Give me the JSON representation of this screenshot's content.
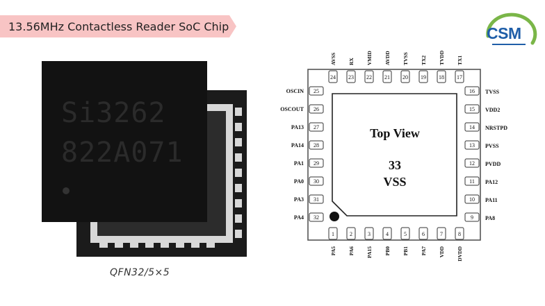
{
  "banner": {
    "text": "13.56MHz Contactless Reader SoC Chip",
    "color": "#f8c4c4"
  },
  "logo": {
    "text": "CSM",
    "ring_color": "#7ab648",
    "text_color": "#1f5ea8"
  },
  "chip_photo": {
    "marking_line1": "Si3262",
    "marking_line2": "822A071"
  },
  "package": {
    "caption": "QFN32/5×5"
  },
  "diagram": {
    "title": "Top View",
    "center_pin_number": "33",
    "center_pin_name": "VSS",
    "top_pins": [
      {
        "num": "24",
        "name": "AVSS"
      },
      {
        "num": "23",
        "name": "RX"
      },
      {
        "num": "22",
        "name": "VMID"
      },
      {
        "num": "21",
        "name": "AVDD"
      },
      {
        "num": "20",
        "name": "TVSS"
      },
      {
        "num": "19",
        "name": "TX2"
      },
      {
        "num": "18",
        "name": "TVDD"
      },
      {
        "num": "17",
        "name": "TX1"
      }
    ],
    "left_pins": [
      {
        "num": "25",
        "name": "OSCIN"
      },
      {
        "num": "26",
        "name": "OSCOUT"
      },
      {
        "num": "27",
        "name": "PA13"
      },
      {
        "num": "28",
        "name": "PA14"
      },
      {
        "num": "29",
        "name": "PA1"
      },
      {
        "num": "30",
        "name": "PA0"
      },
      {
        "num": "31",
        "name": "PA3"
      },
      {
        "num": "32",
        "name": "PA4"
      }
    ],
    "right_pins": [
      {
        "num": "16",
        "name": "TVSS"
      },
      {
        "num": "15",
        "name": "VDD2"
      },
      {
        "num": "14",
        "name": "NRSTPD"
      },
      {
        "num": "13",
        "name": "PVSS"
      },
      {
        "num": "12",
        "name": "PVDD"
      },
      {
        "num": "11",
        "name": "PA12"
      },
      {
        "num": "10",
        "name": "PA11"
      },
      {
        "num": "9",
        "name": "PA8"
      }
    ],
    "bottom_pins": [
      {
        "num": "1",
        "name": "PA5"
      },
      {
        "num": "2",
        "name": "PA6"
      },
      {
        "num": "3",
        "name": "PA15"
      },
      {
        "num": "4",
        "name": "PB0"
      },
      {
        "num": "5",
        "name": "PB1"
      },
      {
        "num": "6",
        "name": "PA7"
      },
      {
        "num": "7",
        "name": "VDD"
      },
      {
        "num": "8",
        "name": "DVDD"
      }
    ]
  }
}
